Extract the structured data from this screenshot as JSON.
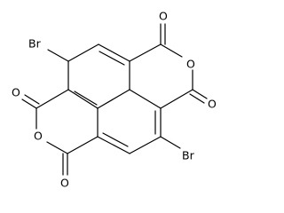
{
  "diagram": {
    "type": "chemical-structure",
    "colors": {
      "bond": "#000000",
      "label": "#000000",
      "background": "#ffffff"
    },
    "atoms": {
      "o_top_carbonyl": "O",
      "o_left_carbonyl": "O",
      "o_top_ring": "O",
      "o_right_carbonyl": "O",
      "o_bottom_ring": "O",
      "o_bottom_carbonyl": "O",
      "br_top": "Br",
      "br_bottom": "Br"
    }
  }
}
